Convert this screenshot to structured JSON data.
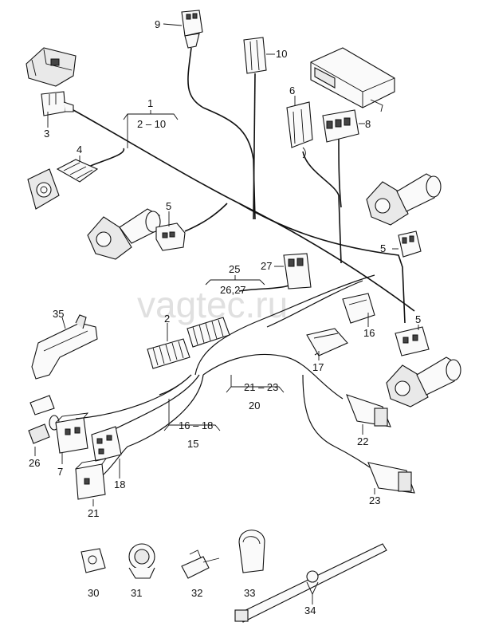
{
  "watermark": "vagtec.ru",
  "labels": {
    "l1": "1",
    "l2_10": "2 – 10",
    "l2": "2",
    "l3": "3",
    "l4": "4",
    "l5a": "5",
    "l5b": "5",
    "l5c": "5",
    "l6": "6",
    "l7": "7",
    "l8": "8",
    "l9": "9",
    "l10": "10",
    "l15": "15",
    "l16_18": "16 – 18",
    "l16": "16",
    "l17": "17",
    "l18": "18",
    "l20": "20",
    "l21_23": "21 – 23",
    "l21": "21",
    "l22": "22",
    "l23": "23",
    "l25": "25",
    "l26_27": "26,27",
    "l26": "26",
    "l27": "27",
    "l30": "30",
    "l31": "31",
    "l32": "32",
    "l33": "33",
    "l34": "34",
    "l35": "35"
  }
}
